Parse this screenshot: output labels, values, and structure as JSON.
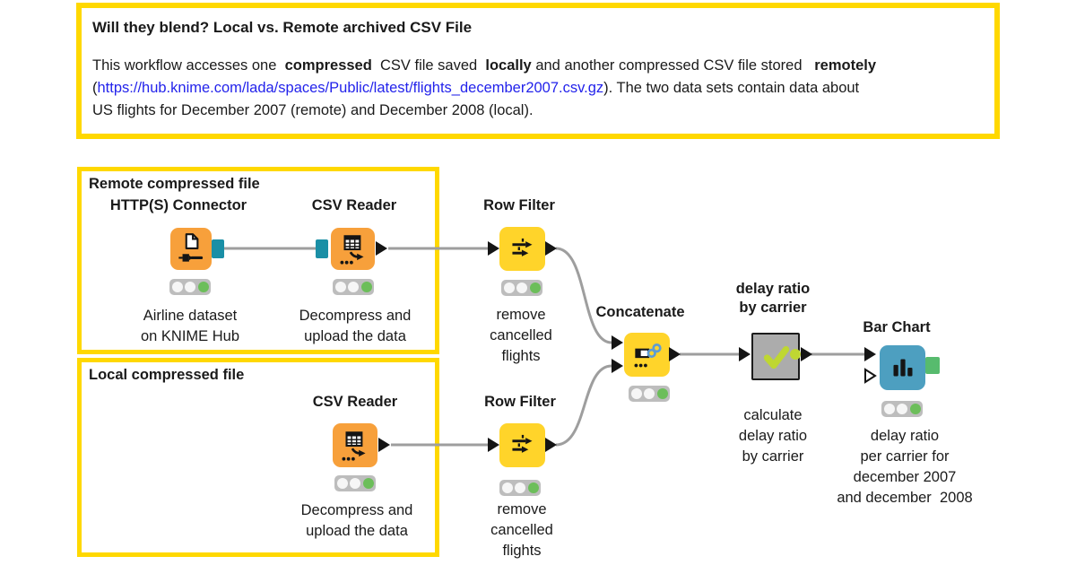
{
  "annotation": {
    "title": "Will they blend? Local vs. Remote archived CSV File",
    "description": {
      "seg_a": "This workflow accesses one  ",
      "bold_compressed": "compressed",
      "seg_b": "  CSV file saved  ",
      "bold_locally": "locally",
      "seg_c": " and another compressed CSV file stored   ",
      "bold_remotely": "remotely",
      "seg_d": "(",
      "link_text": "https://hub.knime.com/lada/spaces/Public/latest/flights_december2007.csv.gz",
      "seg_e": "). The two data sets contain data about",
      "seg_f": "US flights for December 2007 (remote) and December 2008 (local)."
    }
  },
  "groups": {
    "remote": {
      "label": "Remote compressed file"
    },
    "local": {
      "label": "Local compressed file"
    }
  },
  "nodes": {
    "http_connector": {
      "title": "HTTP(S) Connector",
      "caption": "Airline dataset\non KNIME Hub"
    },
    "csv_reader_remote": {
      "title": "CSV Reader",
      "caption": "Decompress and\nupload the data"
    },
    "row_filter_remote": {
      "title": "Row Filter",
      "caption": "remove\ncancelled\nflights"
    },
    "concatenate": {
      "title": "Concatenate"
    },
    "delay_component": {
      "title": "delay ratio\nby carrier",
      "caption": "calculate\ndelay ratio\nby carrier"
    },
    "bar_chart": {
      "title": "Bar Chart",
      "caption": "delay ratio\nper carrier for\ndecember 2007\nand december  2008"
    },
    "csv_reader_local": {
      "title": "CSV Reader",
      "caption": "Decompress and\nupload the data"
    },
    "row_filter_local": {
      "title": "Row Filter",
      "caption": "remove\ncancelled\nflights"
    }
  },
  "icons": {
    "http_connector": "document-plug-icon",
    "csv_reader": "table-arrow-icon",
    "row_filter": "filter-arrows-icon",
    "concatenate": "table-link-icon",
    "delay_component": "checkmark-icon",
    "bar_chart": "bar-chart-icon",
    "status": "traffic-light-icon"
  },
  "colors": {
    "annotation_border": "#FFD800",
    "node_orange": "#F7A03B",
    "node_yellow": "#FFD42A",
    "node_blue": "#4D9FC0",
    "component_gray": "#ACACAC",
    "port_teal": "#1A8FA6",
    "port_green": "#57BB6E",
    "light_green": "#6CBE5A",
    "check_green": "#BFD732",
    "wire": "#9E9E9E",
    "link": "#2323EB"
  }
}
